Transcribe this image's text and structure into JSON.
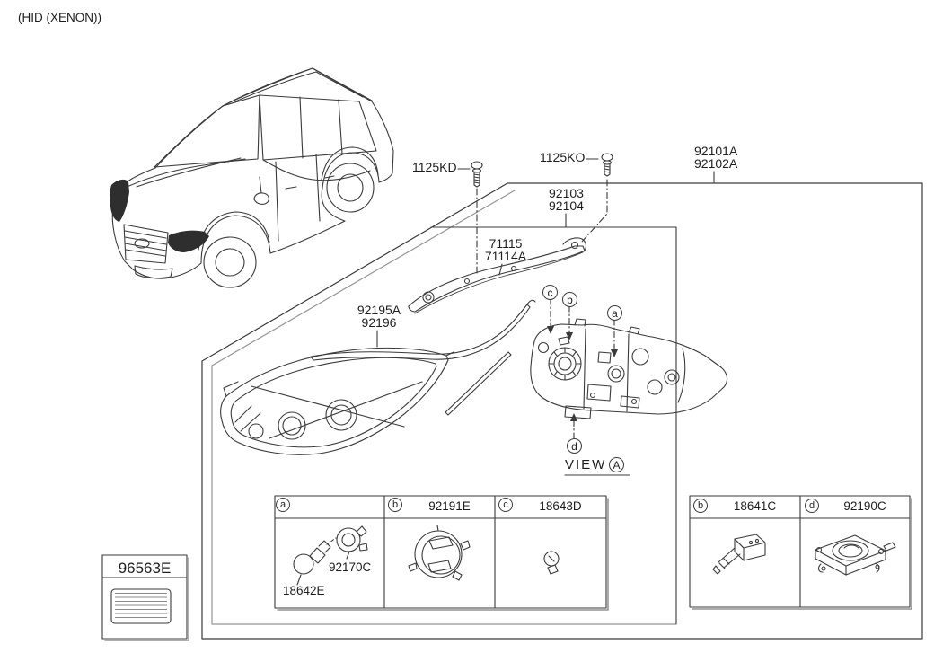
{
  "title": "(HID (XENON))",
  "colors": {
    "line": "#3a3a3a",
    "shadow": "#949494",
    "text": "#1d1d1d",
    "background": "#ffffff",
    "lamp_fill": "#2e2e2e"
  },
  "callout_labels": {
    "bolt_left": "1125KD",
    "bolt_right": "1125KO",
    "lamp_assembly_line1": "92101A",
    "lamp_assembly_line2": "92102A",
    "bracket_line1": "92103",
    "bracket_line2": "92104",
    "pad_line1": "71115",
    "pad_line2": "71114A",
    "moulding_line1": "92195A",
    "moulding_line2": "92196"
  },
  "view": {
    "word": "VIEW",
    "ref": "A"
  },
  "diagram_callouts": {
    "a": "a",
    "b": "b",
    "c": "c",
    "d": "d"
  },
  "legend_left": {
    "cell_a": {
      "ref": "a",
      "part1": "92170C",
      "part2": "18642E"
    },
    "cell_b": {
      "ref": "b",
      "part": "92191E"
    },
    "cell_c": {
      "ref": "c",
      "part": "18643D"
    }
  },
  "legend_right": {
    "cell_b": {
      "ref": "b",
      "part": "18641C"
    },
    "cell_d": {
      "ref": "d",
      "part": "92190C"
    }
  },
  "spec_box": {
    "part": "96563E"
  }
}
